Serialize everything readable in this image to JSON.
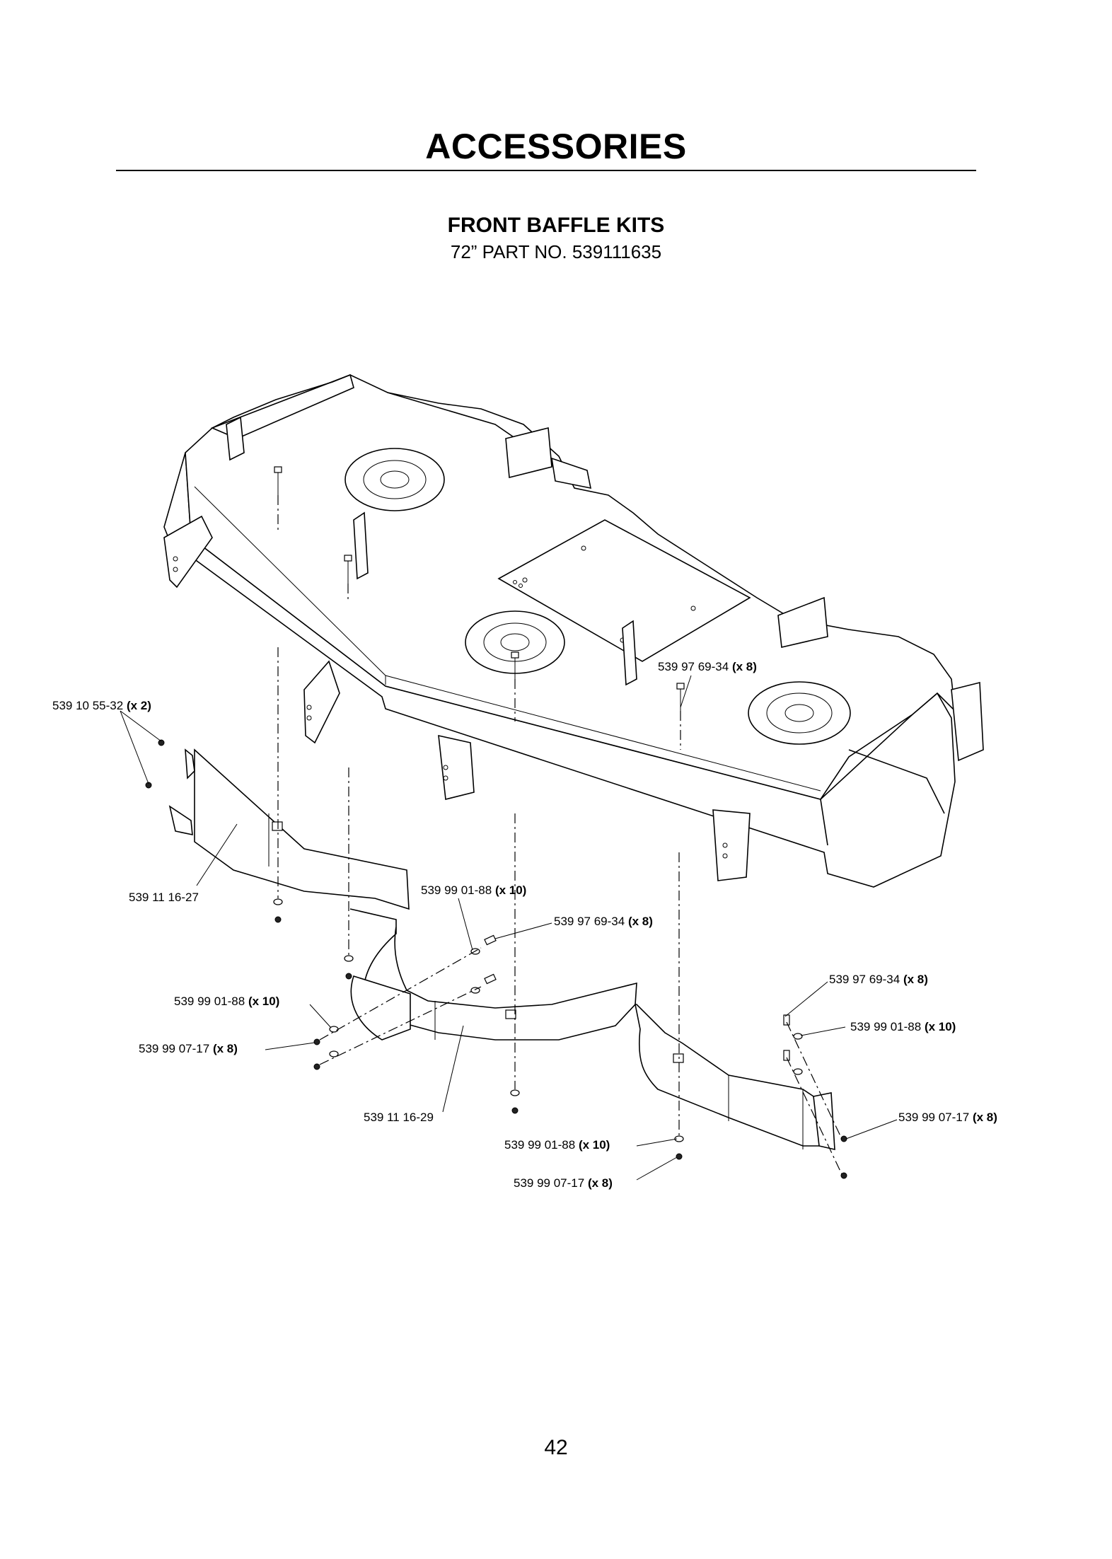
{
  "header": {
    "title": "ACCESSORIES",
    "subtitle": "FRONT BAFFLE KITS",
    "part_no": "72” PART NO. 539111635"
  },
  "callouts": [
    {
      "part": "539 10 55-32",
      "qty": "(x 2)"
    },
    {
      "part": "539 97 69-34",
      "qty": "(x 8)"
    },
    {
      "part": "539 11 16-27",
      "qty": ""
    },
    {
      "part": "539 99 01-88",
      "qty": "(x 10)"
    },
    {
      "part": "539 97 69-34",
      "qty": "(x 8)"
    },
    {
      "part": "539 99 01-88",
      "qty": "(x 10)"
    },
    {
      "part": "539 99 07-17",
      "qty": "(x 8)"
    },
    {
      "part": "539 97 69-34",
      "qty": "(x 8)"
    },
    {
      "part": "539 99 01-88",
      "qty": "(x 10)"
    },
    {
      "part": "539 11 16-29",
      "qty": ""
    },
    {
      "part": "539 99 07-17",
      "qty": "(x 8)"
    },
    {
      "part": "539 99 01-88",
      "qty": "(x 10)"
    },
    {
      "part": "539 99 07-17",
      "qty": "(x 8)"
    }
  ],
  "page_number": "42"
}
